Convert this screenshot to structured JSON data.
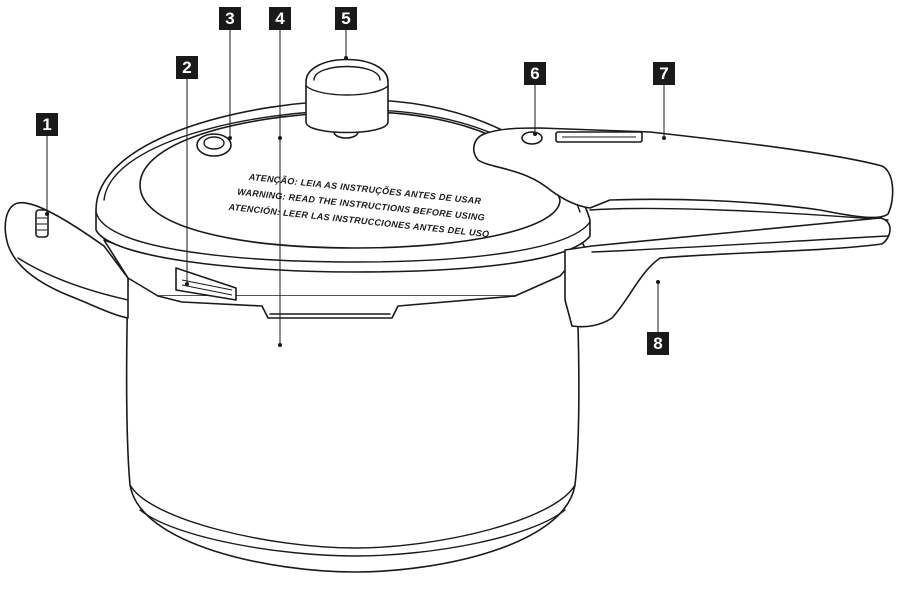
{
  "lid_warnings": {
    "line1": "ATENÇÃO: LEIA AS INSTRUÇÕES ANTES DE USAR",
    "line2": "WARNING: READ THE INSTRUCTIONS BEFORE USING",
    "line3": "ATENCIÓN: LEER LAS INSTRUCCIONES ANTES DEL USO"
  },
  "callouts": [
    {
      "id": "1",
      "label": "1"
    },
    {
      "id": "2",
      "label": "2"
    },
    {
      "id": "3",
      "label": "3"
    },
    {
      "id": "4",
      "label": "4"
    },
    {
      "id": "5",
      "label": "5"
    },
    {
      "id": "6",
      "label": "6"
    },
    {
      "id": "7",
      "label": "7"
    },
    {
      "id": "8",
      "label": "8"
    }
  ],
  "colors": {
    "ink": "#1a1a1a",
    "paper": "#ffffff"
  }
}
